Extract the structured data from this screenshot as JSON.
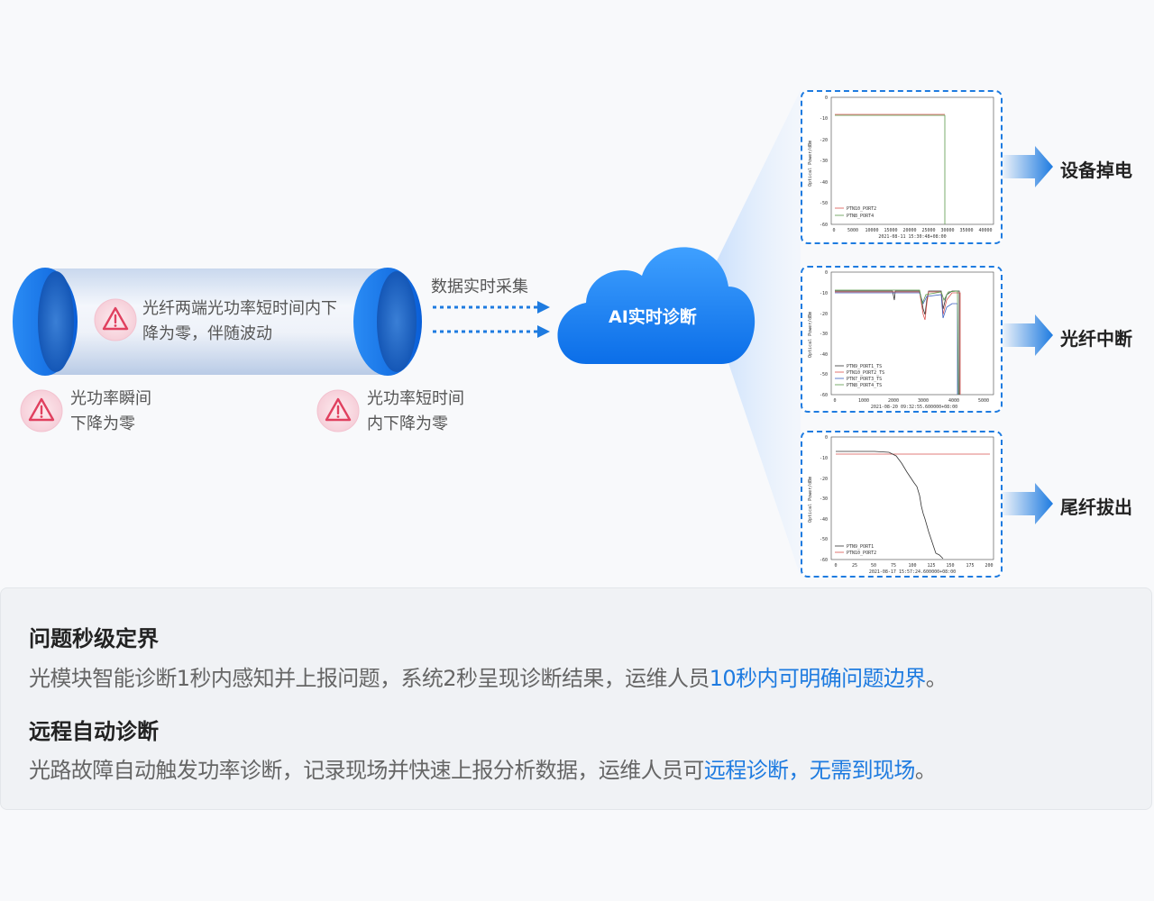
{
  "colors": {
    "accent": "#1e7be0",
    "warn": "#e0405f",
    "bg": "#f8f9fb",
    "panel_border": "#1e7be0",
    "series_red": "#d9534f",
    "series_green": "#5a9a4a",
    "series_black": "#333333",
    "series_blue": "#3b5fc0"
  },
  "fiber": {
    "alert_main_line1": "光纤两端光功率短时间内下",
    "alert_main_line2": "降为零，伴随波动",
    "alert_left_line1": "光功率瞬间",
    "alert_left_line2": "下降为零",
    "alert_right_line1": "光功率短时间",
    "alert_right_line2": "内下降为零",
    "warn_icon": "warning-triangle-icon"
  },
  "collect_label": "数据实时采集",
  "cloud_label": "AI实时诊断",
  "results": [
    {
      "label": "设备掉电"
    },
    {
      "label": "光纤中断"
    },
    {
      "label": "尾纤拔出"
    }
  ],
  "charts": [
    {
      "ylabel": "Optical Power/dBm",
      "yticks": [
        "0",
        "-10",
        "-20",
        "-30",
        "-40",
        "-50",
        "-60"
      ],
      "xticks": [
        "0",
        "5000",
        "10000",
        "15000",
        "20000",
        "25000",
        "30000",
        "35000",
        "40000"
      ],
      "xlabel": "2021-08-11 15:30:48+08:00",
      "legend": [
        "PTN10_PORT2",
        "PTN8_PORT4"
      ]
    },
    {
      "ylabel": "Optical Power/dBm",
      "yticks": [
        "0",
        "-10",
        "-20",
        "-30",
        "-40",
        "-50",
        "-60"
      ],
      "xticks": [
        "0",
        "1000",
        "2000",
        "3000",
        "4000",
        "5000"
      ],
      "xlabel": "2021-08-20 09:32:55.600000+08:00",
      "legend": [
        "PTN9_PORT1_TS",
        "PTN10_PORT2_TS",
        "PTN7_PORT3_TS",
        "PTN8_PORT4_TS"
      ]
    },
    {
      "ylabel": "Optical Power/dBm",
      "yticks": [
        "0",
        "-10",
        "-20",
        "-30",
        "-40",
        "-50",
        "-60"
      ],
      "xticks": [
        "0",
        "25",
        "50",
        "75",
        "100",
        "125",
        "150",
        "175",
        "200"
      ],
      "xlabel": "2021-08-17 15:57:24.600000+08:00",
      "legend": [
        "PTN9_PORT1",
        "PTN10_PORT2"
      ]
    }
  ],
  "info": {
    "title1": "问题秒级定界",
    "desc1_prefix": "光模块智能诊断1秒内感知并上报问题，系统2秒呈现诊断结果，运维人员",
    "desc1_highlight": "10秒内可明确问题边界",
    "desc1_suffix": "。",
    "title2": "远程自动诊断",
    "desc2_prefix": "光路故障自动触发功率诊断，记录现场并快速上报分析数据，运维人员可",
    "desc2_highlight": "远程诊断，无需到现场",
    "desc2_suffix": "。"
  }
}
